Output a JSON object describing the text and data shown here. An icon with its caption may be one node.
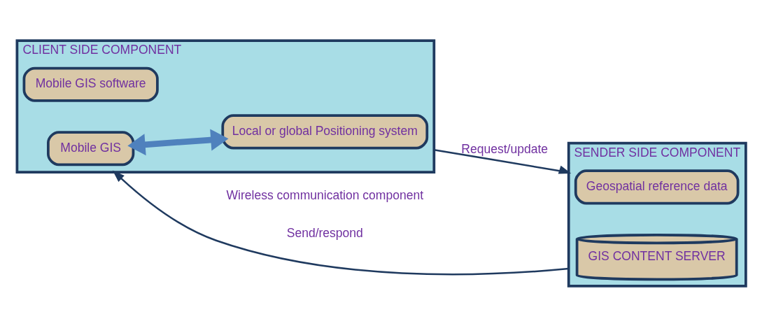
{
  "diagram": {
    "nodes": [
      {
        "text": [
          "CLIENT SIDE COMPONENT"
        ]
      },
      {
        "text": [
          "Mobile GIS"
        ],
        "in": 0
      },
      {
        "text": [
          "Mobile GIS software"
        ],
        "in": 0
      },
      {
        "text": [
          "Local or global Positioning system"
        ],
        "in": 0
      },
      {
        "text": [
          "SENDER SIDE COMPONENT"
        ]
      },
      {
        "text": [
          "Geospatial reference data"
        ],
        "in": 4
      },
      {
        "text": [
          "GIS CONTENT SERVER"
        ],
        "in": 4
      }
    ],
    "edges": [
      {
        "from": 1,
        "to": 3,
        "arrow": "both",
        "style": "thick",
        "color": "#4f81bd"
      },
      {
        "from": 4,
        "to": 0,
        "arrow": "to",
        "label": "Send/respond"
      },
      {
        "from": 0,
        "to": 4,
        "arrow": "to",
        "label": "Request/update"
      }
    ],
    "labels": [
      "Wireless communication component"
    ]
  }
}
